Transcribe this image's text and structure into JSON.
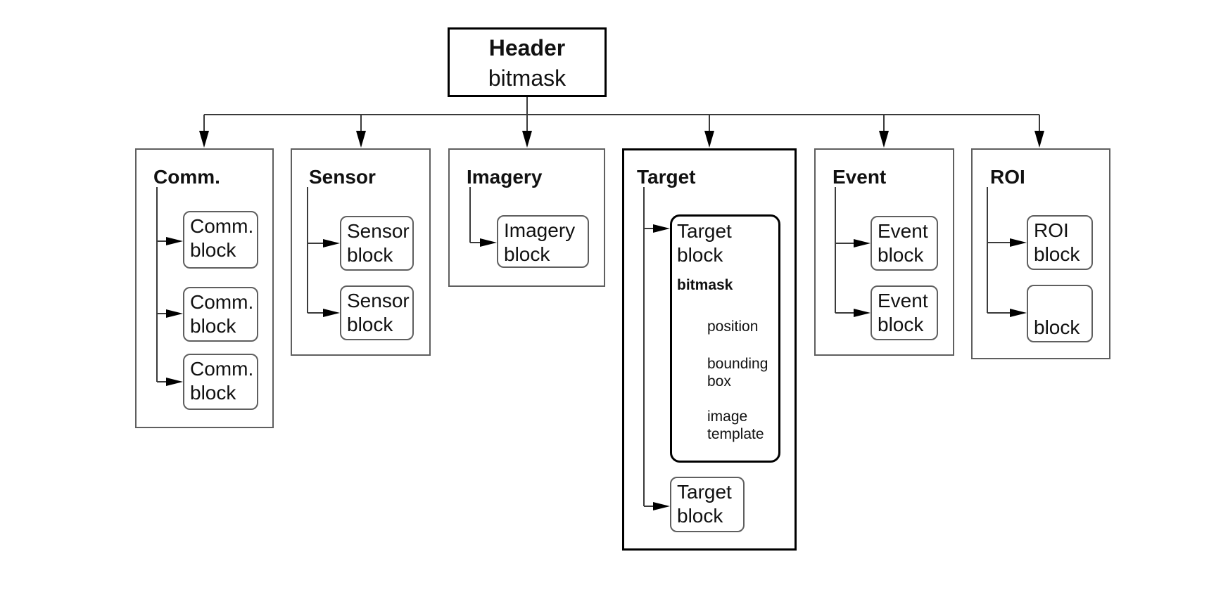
{
  "header": {
    "title": "Header",
    "subtitle": "bitmask"
  },
  "groups": [
    {
      "title": "Comm.",
      "blocks": [
        "Comm.\nblock",
        "Comm.\nblock",
        "Comm.\nblock"
      ]
    },
    {
      "title": "Sensor",
      "blocks": [
        "Sensor\nblock",
        "Sensor\nblock"
      ]
    },
    {
      "title": "Imagery",
      "blocks": [
        "Imagery\nblock"
      ]
    },
    {
      "title": "Target",
      "main_block": {
        "label": "Target\nblock",
        "bitmask": "bitmask",
        "fields": [
          "position",
          "bounding\nbox",
          "image\ntemplate"
        ]
      },
      "blocks": [
        "Target\nblock"
      ]
    },
    {
      "title": "Event",
      "blocks": [
        "Event\nblock",
        "Event\nblock"
      ]
    },
    {
      "title": "ROI",
      "blocks": [
        "ROI\nblock",
        "block"
      ]
    }
  ],
  "colors": {
    "background": "#ffffff",
    "line": "#3a3a3a",
    "arrow": "#000000",
    "border_light": "#5f5f5f",
    "border_strong": "#000000",
    "text": "#111111"
  }
}
